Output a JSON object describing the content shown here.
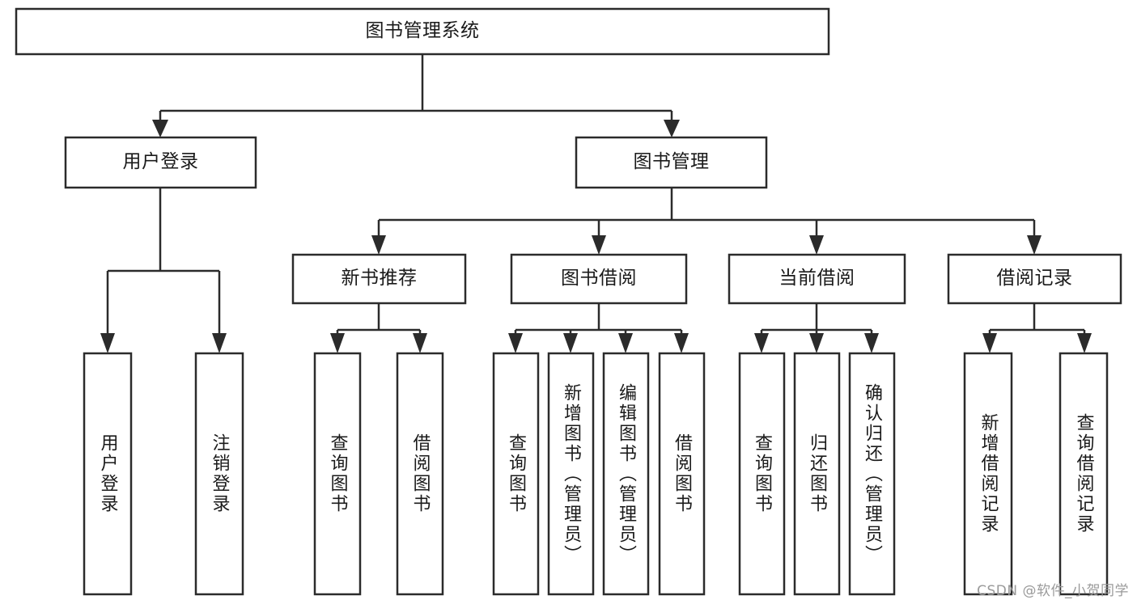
{
  "diagram": {
    "type": "tree-hierarchy-diagram",
    "title": "图书管理系统",
    "watermark": "CSDN @软件_小贺同学",
    "colors": {
      "stroke": "#2b2b2b",
      "fill": "#ffffff",
      "text": "#1a1a1a",
      "watermark": "#9a9a9a"
    },
    "nodes": {
      "root": {
        "label": "图书管理系统",
        "level": 0,
        "orientation": "horizontal"
      },
      "user_login": {
        "label": "用户登录",
        "level": 1,
        "orientation": "horizontal"
      },
      "book_manage": {
        "label": "图书管理",
        "level": 1,
        "orientation": "horizontal"
      },
      "new_book_rec": {
        "label": "新书推荐",
        "level": 2,
        "orientation": "horizontal"
      },
      "book_borrow": {
        "label": "图书借阅",
        "level": 2,
        "orientation": "horizontal"
      },
      "current_borrow": {
        "label": "当前借阅",
        "level": 2,
        "orientation": "horizontal"
      },
      "borrow_record": {
        "label": "借阅记录",
        "level": 2,
        "orientation": "horizontal"
      },
      "leaf_user_login": {
        "label": "用户登录",
        "level": 3,
        "orientation": "vertical"
      },
      "leaf_logout": {
        "label": "注销登录",
        "level": 3,
        "orientation": "vertical"
      },
      "leaf_query_book_a": {
        "label": "查询图书",
        "level": 3,
        "orientation": "vertical"
      },
      "leaf_borrow_book_a": {
        "label": "借阅图书",
        "level": 3,
        "orientation": "vertical"
      },
      "leaf_query_book_b": {
        "label": "查询图书",
        "level": 3,
        "orientation": "vertical"
      },
      "leaf_add_book": {
        "label": "新增图书（管理员）",
        "level": 3,
        "orientation": "vertical"
      },
      "leaf_edit_book": {
        "label": "编辑图书（管理员）",
        "level": 3,
        "orientation": "vertical"
      },
      "leaf_borrow_book_b": {
        "label": "借阅图书",
        "level": 3,
        "orientation": "vertical"
      },
      "leaf_query_book_c": {
        "label": "查询图书",
        "level": 3,
        "orientation": "vertical"
      },
      "leaf_return_book": {
        "label": "归还图书",
        "level": 3,
        "orientation": "vertical"
      },
      "leaf_confirm_return": {
        "label": "确认归还（管理员）",
        "level": 3,
        "orientation": "vertical"
      },
      "leaf_add_record": {
        "label": "新增借阅记录",
        "level": 3,
        "orientation": "vertical"
      },
      "leaf_query_record": {
        "label": "查询借阅记录",
        "level": 3,
        "orientation": "vertical"
      }
    },
    "edges": [
      {
        "from": "root",
        "to": "user_login"
      },
      {
        "from": "root",
        "to": "book_manage"
      },
      {
        "from": "user_login",
        "to": "leaf_user_login"
      },
      {
        "from": "user_login",
        "to": "leaf_logout"
      },
      {
        "from": "book_manage",
        "to": "new_book_rec"
      },
      {
        "from": "book_manage",
        "to": "book_borrow"
      },
      {
        "from": "book_manage",
        "to": "current_borrow"
      },
      {
        "from": "book_manage",
        "to": "borrow_record"
      },
      {
        "from": "new_book_rec",
        "to": "leaf_query_book_a"
      },
      {
        "from": "new_book_rec",
        "to": "leaf_borrow_book_a"
      },
      {
        "from": "book_borrow",
        "to": "leaf_query_book_b"
      },
      {
        "from": "book_borrow",
        "to": "leaf_add_book"
      },
      {
        "from": "book_borrow",
        "to": "leaf_edit_book"
      },
      {
        "from": "book_borrow",
        "to": "leaf_borrow_book_b"
      },
      {
        "from": "current_borrow",
        "to": "leaf_query_book_c"
      },
      {
        "from": "current_borrow",
        "to": "leaf_return_book"
      },
      {
        "from": "current_borrow",
        "to": "leaf_confirm_return"
      },
      {
        "from": "borrow_record",
        "to": "leaf_add_record"
      },
      {
        "from": "borrow_record",
        "to": "leaf_query_record"
      }
    ]
  }
}
